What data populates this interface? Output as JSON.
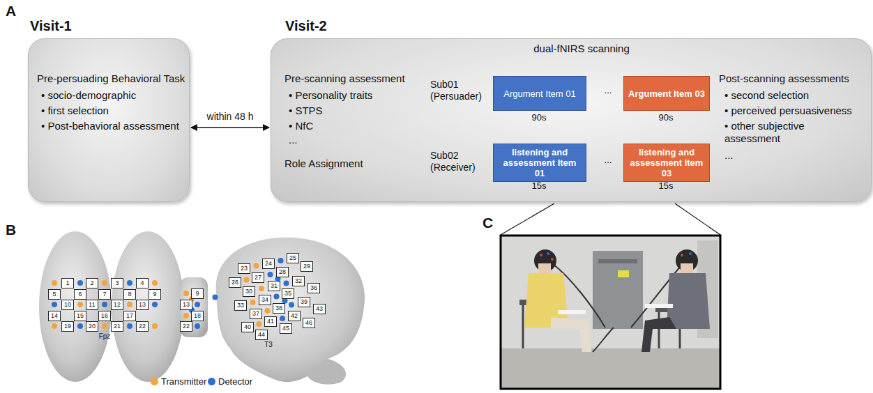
{
  "diagram": {
    "nodes": [
      {
        "text": [
          "Visit-1",
          "Pre-persuading Behavioral Task",
          "• socio-demographic",
          "• first selection",
          "• Post-behavioral assessment"
        ]
      },
      {
        "text": [
          "Visit-2",
          "dual-fNIRS scanning",
          "Pre-scanning assessment",
          "• Personality traits",
          "• STPS",
          "• NfC",
          "...",
          "Role Assignment",
          "Post-scanning assessments",
          "• second selection",
          "• perceived persuasiveness",
          "• other subjective assessment",
          "..."
        ]
      },
      {
        "text": [
          "Argument Item 01"
        ],
        "in": 1
      },
      {
        "text": [
          "Argument Item 03"
        ],
        "in": 1
      },
      {
        "text": [
          "listening and assessment Item 01"
        ],
        "in": 1
      },
      {
        "text": [
          "listening and assessment Item 03"
        ],
        "in": 1
      }
    ],
    "edges": [
      {
        "from": 0,
        "to": 1,
        "label": "within 48 h",
        "arrow": "both"
      }
    ],
    "labels": [
      "A",
      "B",
      "C",
      "Sub01 (Persuader)",
      "Sub02 (Receiver)",
      "90s",
      "90s",
      "15s",
      "15s",
      "...",
      "...",
      "1",
      "2",
      "3",
      "4",
      "5",
      "6",
      "7",
      "8",
      "9",
      "10",
      "11",
      "12",
      "13",
      "14",
      "15",
      "16",
      "17",
      "19",
      "20",
      "21",
      "22",
      "9",
      "13",
      "18",
      "22",
      "23",
      "24",
      "25",
      "26",
      "27",
      "28",
      "29",
      "30",
      "31",
      "32",
      "33",
      "34",
      "35",
      "36",
      "37",
      "38",
      "39",
      "40",
      "41",
      "42",
      "43",
      "44",
      "45",
      "46",
      "Fpz",
      "T3"
    ],
    "legend": [
      {
        "text": "Transmitter",
        "color": "#f5a33c"
      },
      {
        "text": "Detector",
        "color": "#2f6fcf"
      }
    ]
  }
}
